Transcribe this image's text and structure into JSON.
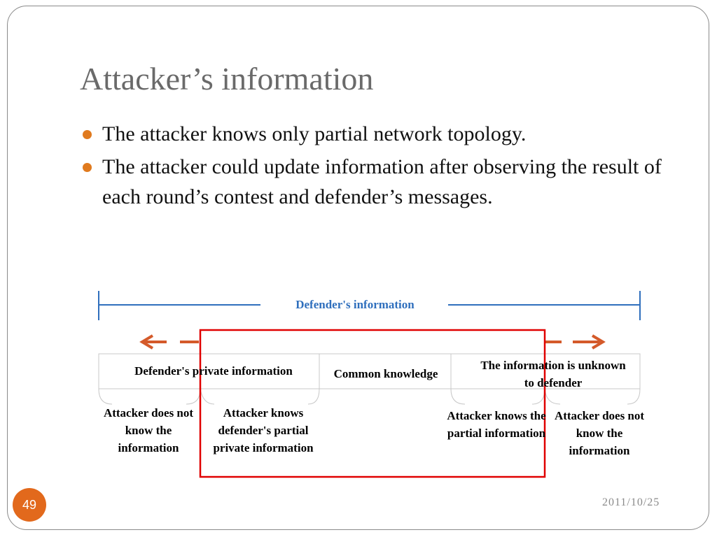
{
  "slide": {
    "title": "Attacker’s information",
    "bullets": [
      "The attacker knows only partial network topology.",
      "The attacker could update information after observing the result of each round’s contest and defender’s messages."
    ],
    "page_number": "49",
    "date": "2011/10/25"
  },
  "diagram": {
    "defender_label": "Defender's information",
    "segments": [
      "Defender's private information",
      "Common knowledge",
      "The information is unknown to defender"
    ],
    "descriptions": [
      "Attacker does not know the information",
      "Attacker knows defender's partial private information",
      "Attacker knows the partial information",
      "Attacker does not know the information"
    ]
  },
  "colors": {
    "title": "#6a6a6a",
    "bullet_marker": "#e07a1e",
    "defender_line": "#2f6fbd",
    "arrows": "#d45a2a",
    "highlight_box": "#e00000",
    "page_badge": "#e2691c"
  }
}
